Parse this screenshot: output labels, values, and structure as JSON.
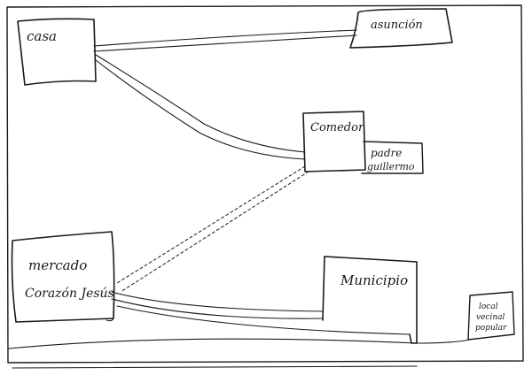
{
  "nodes": {
    "casa": {
      "label": "casa"
    },
    "asuncion": {
      "label": "asunción"
    },
    "comedor": {
      "label": "Comedor"
    },
    "padre_guillermo": {
      "lines": [
        "padre",
        "guillermo"
      ]
    },
    "mercado": {
      "lines": [
        "mercado",
        "Corazón Jesús"
      ]
    },
    "municipio": {
      "label": "Municipio"
    },
    "local_vecinal": {
      "lines": [
        "local",
        "vecinal",
        "popular"
      ]
    }
  }
}
